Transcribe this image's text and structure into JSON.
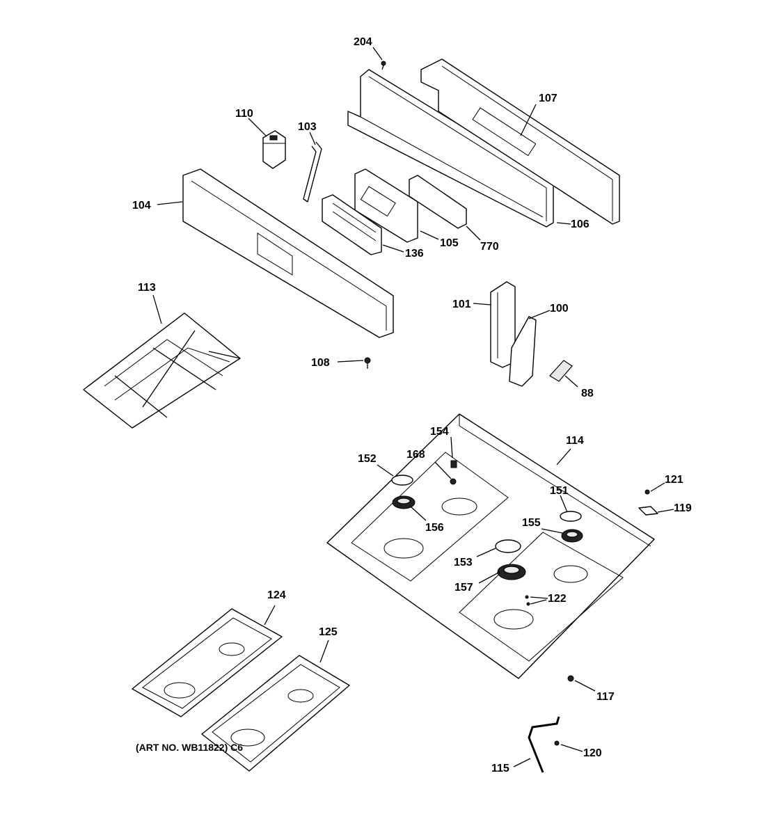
{
  "part_labels": {
    "p204": "204",
    "p107": "107",
    "p110": "110",
    "p103": "103",
    "p104": "104",
    "p106": "106",
    "p105": "105",
    "p136": "136",
    "p770": "770",
    "p113": "113",
    "p101": "101",
    "p100": "100",
    "p108": "108",
    "p88": "88",
    "p114": "114",
    "p154": "154",
    "p152": "152",
    "p168": "168",
    "p121": "121",
    "p151": "151",
    "p119": "119",
    "p156": "156",
    "p155": "155",
    "p153": "153",
    "p157": "157",
    "p122": "122",
    "p124": "124",
    "p125": "125",
    "p117": "117",
    "p120": "120",
    "p115": "115"
  },
  "footer": {
    "art_number": "(ART NO. WB11822) C6"
  }
}
